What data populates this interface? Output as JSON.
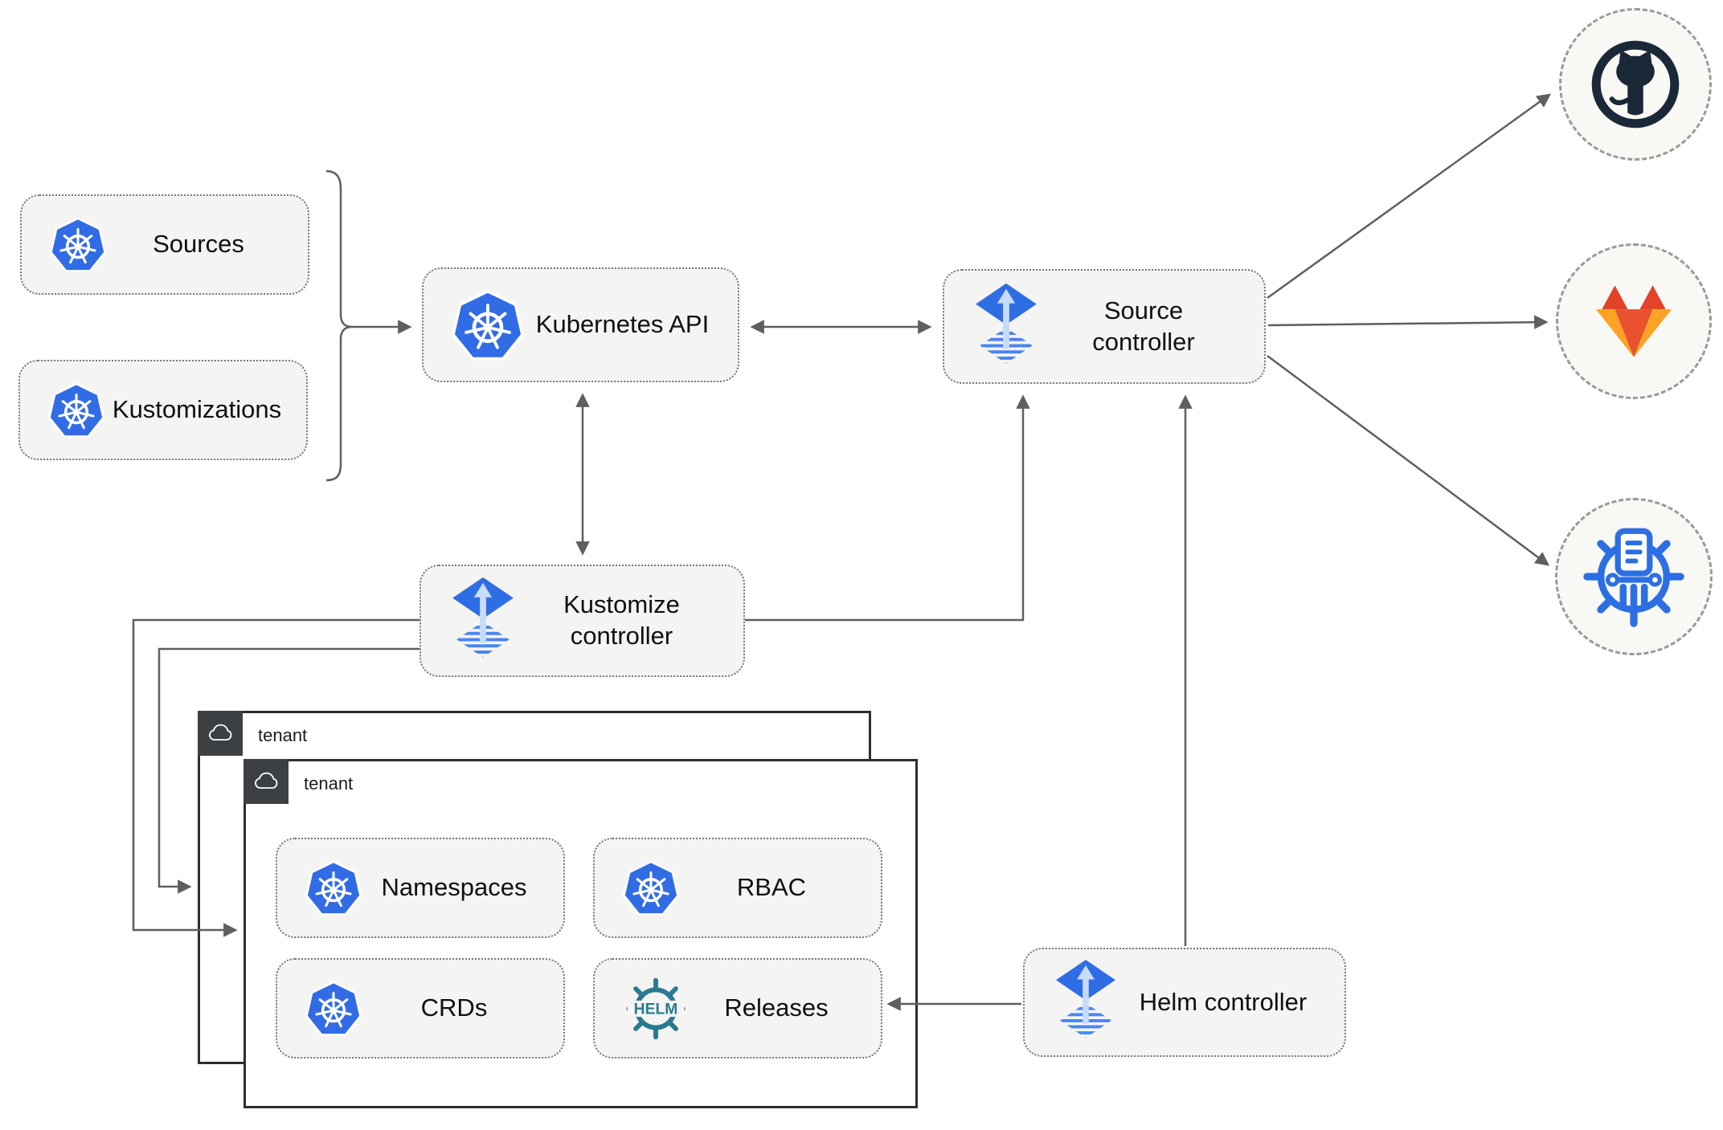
{
  "diagram": {
    "description": "Flux GitOps multi-tenancy architecture diagram",
    "nodes": {
      "sources": {
        "label": "Sources",
        "icon": "kubernetes-icon"
      },
      "kustomizations": {
        "label": "Kustomizations",
        "icon": "kubernetes-icon"
      },
      "kubernetes_api": {
        "label": "Kubernetes API",
        "icon": "kubernetes-icon"
      },
      "source_controller": {
        "label": "Source controller",
        "icon": "flux-icon"
      },
      "kustomize_controller": {
        "label": "Kustomize controller",
        "icon": "flux-icon"
      },
      "helm_controller": {
        "label": "Helm controller",
        "icon": "flux-icon"
      },
      "tenant_back": {
        "label": "tenant",
        "icon": "cloud-icon"
      },
      "tenant_front": {
        "label": "tenant",
        "icon": "cloud-icon"
      },
      "namespaces": {
        "label": "Namespaces",
        "icon": "kubernetes-icon"
      },
      "rbac": {
        "label": "RBAC",
        "icon": "kubernetes-icon"
      },
      "crds": {
        "label": "CRDs",
        "icon": "kubernetes-icon"
      },
      "releases": {
        "label": "Releases",
        "icon": "helm-icon",
        "icon_text": "HELM"
      }
    },
    "repositories": {
      "github": {
        "icon": "github-icon"
      },
      "gitlab": {
        "icon": "gitlab-icon"
      },
      "chartmuseum": {
        "icon": "chartmuseum-icon"
      }
    },
    "colors": {
      "kubernetes_blue": "#326ce5",
      "flux_blue": "#2f6de4",
      "flux_stripe_blue": "#4a85f0",
      "helm_teal": "#2a7a90",
      "github_dark": "#1b2838",
      "gitlab_red": "#e24329",
      "gitlab_center": "#e8502e",
      "gitlab_yellow": "#fca326",
      "chartmuseum_blue": "#2c6fe3",
      "arrow_gray": "#5f5f5f",
      "node_fill": "#f4f4f2",
      "tenant_header": "#3d4043"
    }
  }
}
